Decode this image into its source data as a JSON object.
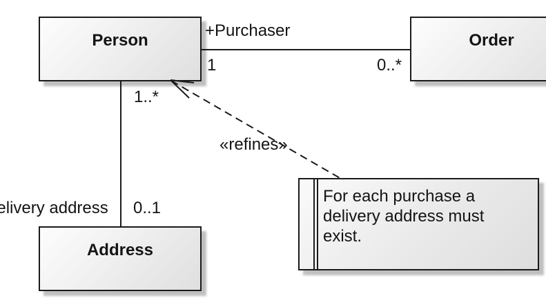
{
  "diagram_type": "uml-class-diagram",
  "classes": {
    "person": {
      "name": "Person"
    },
    "order": {
      "name": "Order"
    },
    "address": {
      "name": "Address"
    }
  },
  "associations": {
    "person_order": {
      "role_label": "+Purchaser",
      "person_multiplicity": "1",
      "order_multiplicity": "0..*"
    },
    "person_address": {
      "role_label": "delivery address",
      "person_multiplicity": "1..*",
      "address_multiplicity": "0..1"
    }
  },
  "dependency": {
    "stereotype": "«refines»"
  },
  "note": {
    "lines": [
      "For each purchase a",
      "delivery address must",
      "exist."
    ]
  },
  "colors": {
    "line": "#1a1a1a",
    "box_fill_light": "#fdfdfd",
    "box_fill_dark": "#dfdfdf",
    "shadow": "#c4c4c4",
    "background": "#ffffff",
    "text": "#141414"
  }
}
